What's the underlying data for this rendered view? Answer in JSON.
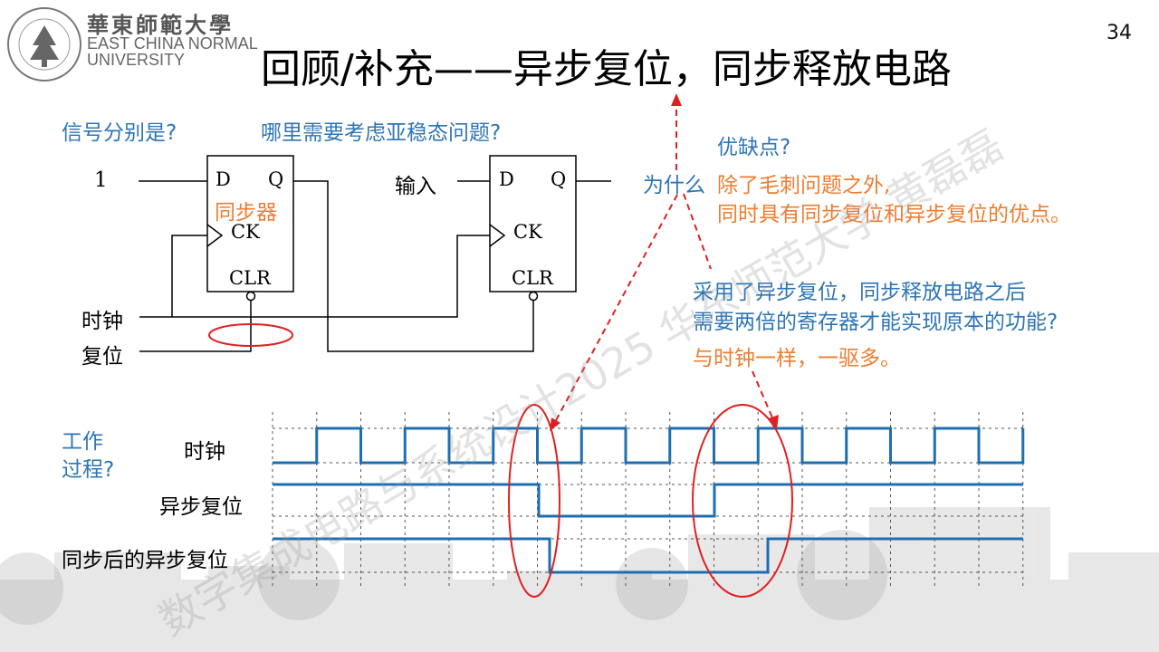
{
  "header": {
    "logo_cn": "華東師範大學",
    "logo_en_line1": "EAST CHINA NORMAL",
    "logo_en_line2": "UNIVERSITY",
    "page_number": "34",
    "title": "回顾/补充——异步复位，同步释放电路"
  },
  "questions": {
    "signals": "信号分别是?",
    "metastability": "哪里需要考虑亚稳态问题?",
    "pros_cons": "优缺点?",
    "why": "为什么",
    "answer_line1": "除了毛刺问题之外,",
    "answer_line2": "同时具有同步复位和异步复位的优点。",
    "double_reg_line1": "采用了异步复位，同步释放电路之后",
    "double_reg_line2": "需要两倍的寄存器才能实现原本的功能?",
    "fanout_answer": "与时钟一样，一驱多。",
    "work_line1": "工作",
    "work_line2": "过程?"
  },
  "circuit": {
    "input_one": "1",
    "input_label": "输入",
    "clock_label": "时钟",
    "reset_label": "复位",
    "ff_d": "D",
    "ff_q": "Q",
    "ff_ck": "CK",
    "ff_clr": "CLR",
    "sync_label": "同步器"
  },
  "timing": {
    "clock_label": "时钟",
    "async_reset_label": "异步复位",
    "sync_async_reset_label": "同步后的异步复位"
  },
  "watermark": "数字集成电路与系统设计2025 华东师范大学 黄磊磊",
  "colors": {
    "blue": "#2e75b6",
    "orange": "#ed7d31",
    "red": "#e02020",
    "waveform": "#1f6fb0"
  }
}
